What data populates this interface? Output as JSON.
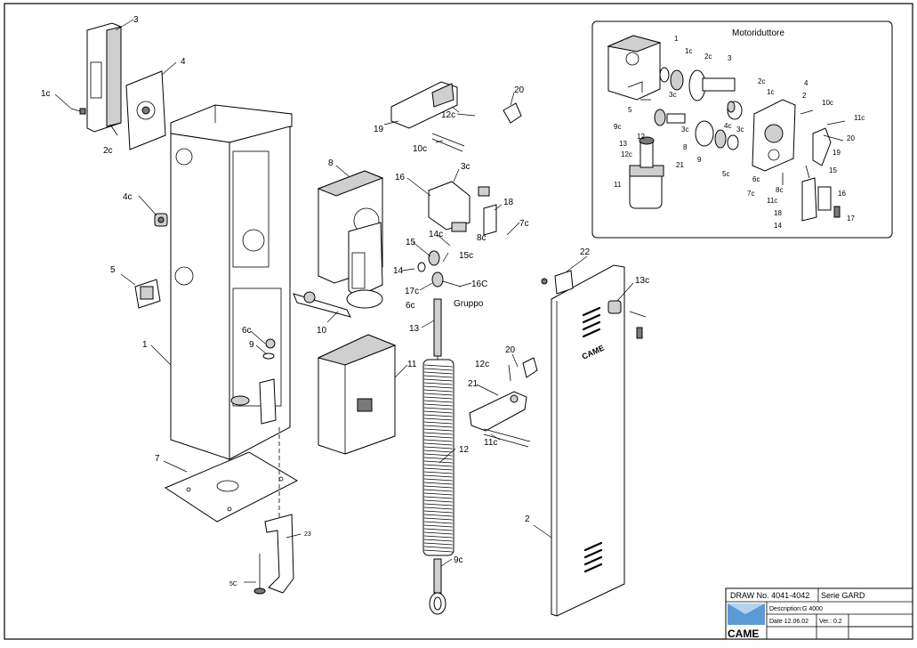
{
  "inset": {
    "title": "Motoriduttore",
    "labels": [
      "1",
      "1c",
      "2c",
      "3",
      "3c",
      "2c",
      "1c",
      "4",
      "2",
      "10c",
      "11c",
      "9c",
      "12",
      "13",
      "12c",
      "11",
      "5",
      "3c",
      "8",
      "9",
      "3c",
      "4c",
      "5c",
      "6c",
      "7c",
      "8c",
      "11c",
      "18",
      "14",
      "16",
      "17",
      "15",
      "19",
      "20",
      "21"
    ]
  },
  "main": {
    "labels": [
      "3",
      "4",
      "1c",
      "2c",
      "4c",
      "5",
      "1",
      "6c",
      "9",
      "7",
      "23",
      "5C",
      "8",
      "10",
      "11",
      "16",
      "3c",
      "18",
      "7c",
      "8c",
      "14c",
      "15",
      "15c",
      "14",
      "17c",
      "16C",
      "6c",
      "Gruppo",
      "13",
      "12",
      "9c",
      "19",
      "12c",
      "10c",
      "20",
      "20",
      "12c",
      "21",
      "11c",
      "22",
      "13c",
      "2"
    ]
  },
  "title_block": {
    "draw_no": "DRAW No. 4041-4042",
    "serie": "Serie GARD",
    "description": "Description:G 4000",
    "date": "Date 12.06.02",
    "version": "Ver.: 0.2",
    "brand": "CAME"
  },
  "panel": {
    "brand": "CAME"
  }
}
